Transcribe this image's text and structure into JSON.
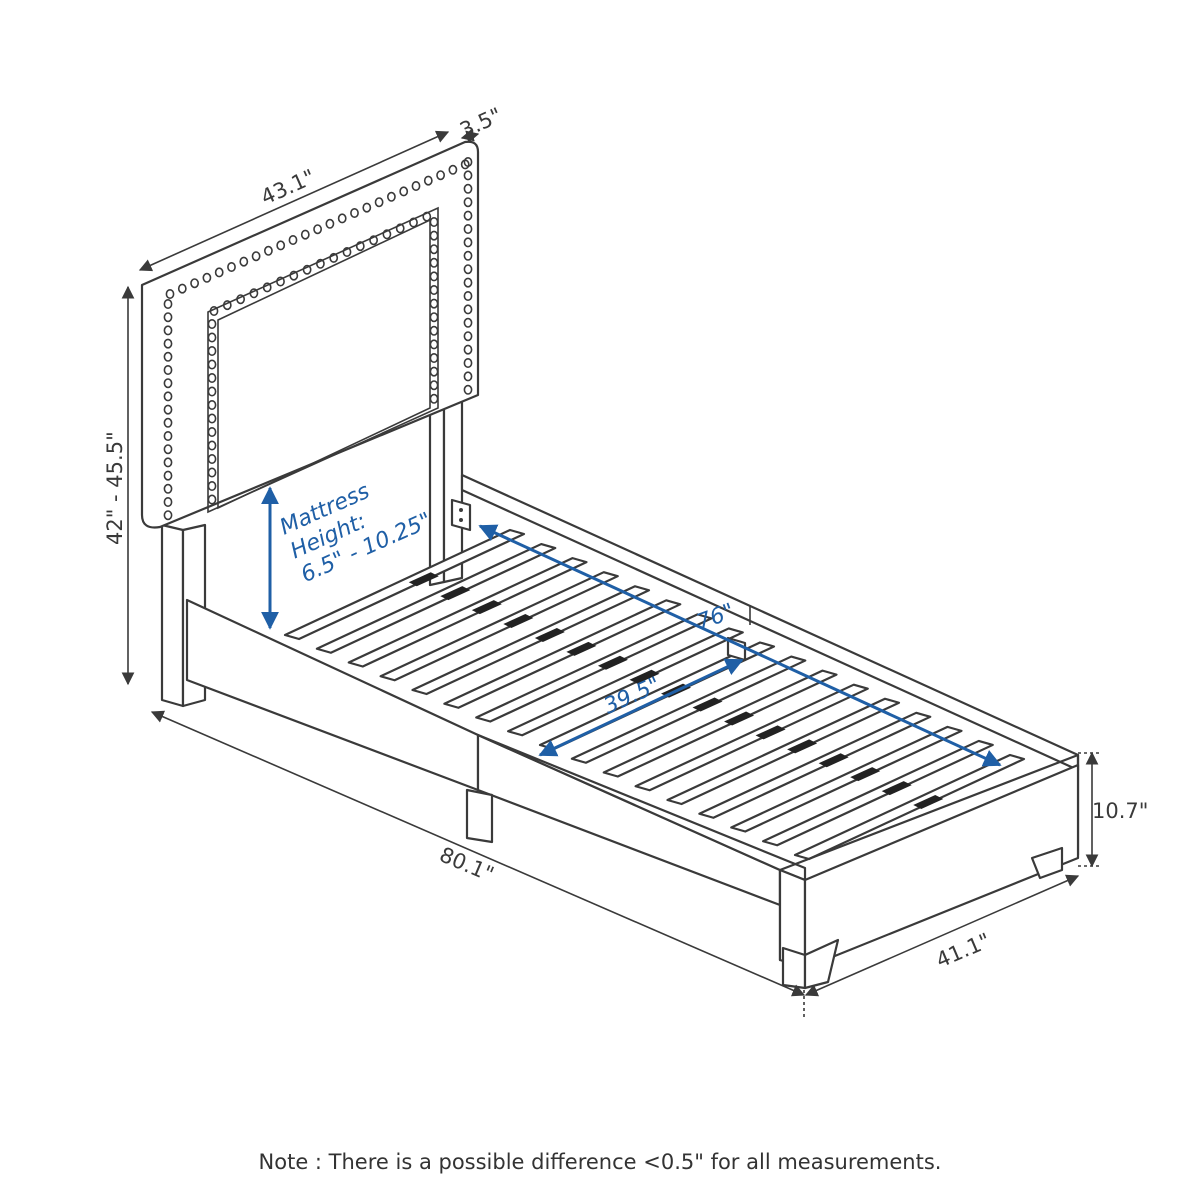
{
  "dimensions": {
    "headboard_width": "43.1\"",
    "headboard_depth": "3.5\"",
    "headboard_height": "42\" - 45.5\"",
    "total_length": "80.1\"",
    "total_width": "41.1\"",
    "frame_height": "10.7\"",
    "slat_span": "76\"",
    "slat_width": "39.5\""
  },
  "mattress": {
    "line1": "Mattress",
    "line2": "Height:",
    "line3": "6.5\" - 10.25\""
  },
  "note": "Note : There is a possible difference <0.5\" for all measurements.",
  "colors": {
    "outline": "#3a3a3a",
    "accent_blue": "#1f5fa6",
    "slat_gap": "#222222"
  }
}
